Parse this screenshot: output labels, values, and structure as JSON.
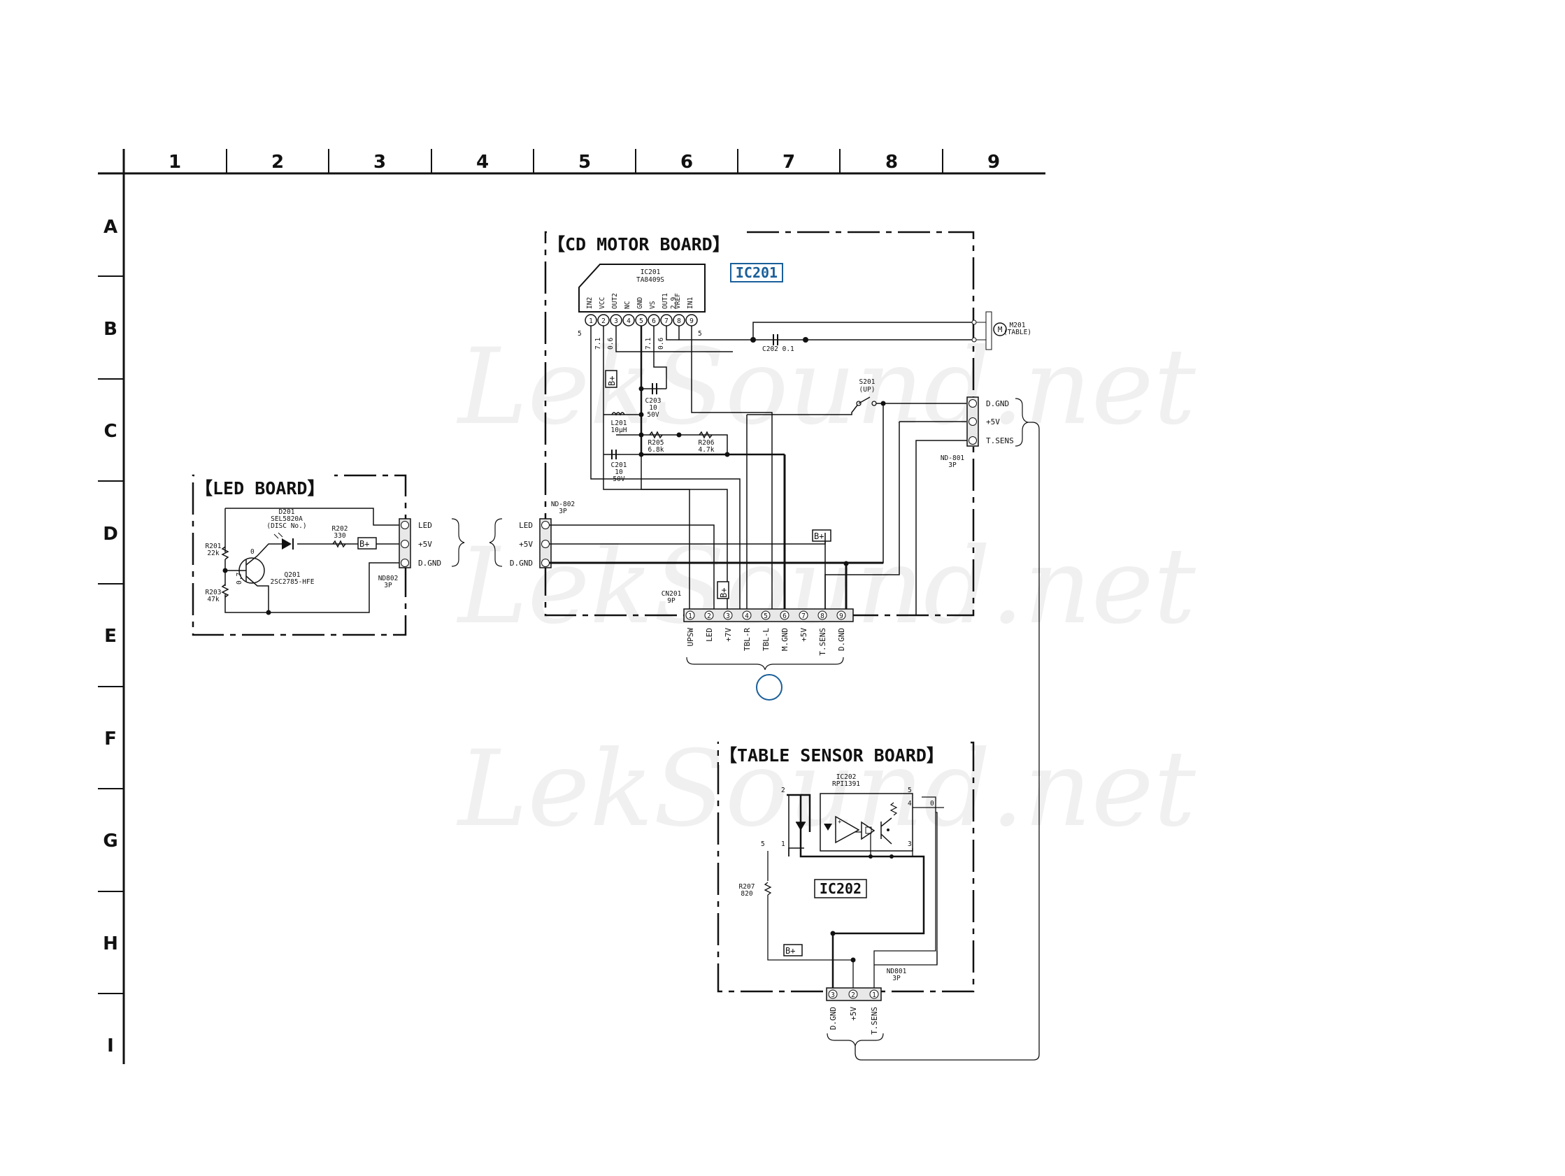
{
  "watermark": "LekSound.net",
  "grid": {
    "columns": [
      "1",
      "2",
      "3",
      "4",
      "5",
      "6",
      "7",
      "8",
      "9"
    ],
    "rows": [
      "A",
      "B",
      "C",
      "D",
      "E",
      "F",
      "G",
      "H",
      "I"
    ]
  },
  "boards": {
    "cd_motor": {
      "title": "【CD MOTOR BOARD】",
      "ic201_badge": "IC201",
      "ic201_ref": "IC201",
      "ic201_part": "TA8409S",
      "ic_pins": [
        "IN2",
        "VCC",
        "OUT2",
        "NC",
        "GND",
        "VS",
        "OUT1",
        "VREF",
        "IN1"
      ],
      "ic_pin_nums": [
        "1",
        "2",
        "3",
        "4",
        "5",
        "6",
        "7",
        "8",
        "9"
      ],
      "volt_left": "5",
      "volt_right": "5",
      "volt_p2": "7.1",
      "volt_p3": "0.6",
      "volt_p6": "7.1",
      "volt_p7": "0.6",
      "volt_p8": "2.9",
      "c202": "C202 0.1",
      "c203": [
        "C203",
        "10",
        "50V"
      ],
      "l201": [
        "L201",
        "10µH"
      ],
      "r205": [
        "R205",
        "6.8k"
      ],
      "r206": [
        "R206",
        "4.7k"
      ],
      "c201": [
        "C201",
        "10",
        "50V"
      ],
      "s201": [
        "S201",
        "(UP)"
      ],
      "m201": [
        "M201",
        "(TABLE)"
      ],
      "m_symbol": "M",
      "bplus": "B+",
      "nd801": [
        "ND-801",
        "3P"
      ],
      "nd801_pins": [
        "D.GND",
        "+5V",
        "T.SENS"
      ],
      "nd802": [
        "ND-802",
        "3P"
      ],
      "nd802_pins": [
        "LED",
        "+5V",
        "D.GND"
      ],
      "cn201": [
        "CN201",
        "9P"
      ],
      "cn201_pins": [
        "UPSW",
        "LED",
        "+7V",
        "TBL-R",
        "TBL-L",
        "M.GND",
        "+5V",
        "T.SENS",
        "D.GND"
      ],
      "cn201_nums": [
        "1",
        "2",
        "3",
        "4",
        "5",
        "6",
        "7",
        "8",
        "9"
      ]
    },
    "led": {
      "title": "【LED BOARD】",
      "d201": [
        "D201",
        "SEL5820A",
        "(DISC No.)"
      ],
      "r202": [
        "R202",
        "330"
      ],
      "r201": [
        "R201",
        "22k"
      ],
      "r203": [
        "R203",
        "47k"
      ],
      "q201": [
        "Q201",
        "2SC2785-HFE"
      ],
      "volt_base": "0.7",
      "volt_col": "0",
      "bplus": "B+",
      "nd802": [
        "ND802",
        "3P"
      ],
      "pins": [
        "LED",
        "+5V",
        "D.GND"
      ]
    },
    "table_sensor": {
      "title": "【TABLE SENSOR BOARD】",
      "ic202_ref": "IC202",
      "ic202_part": "RPI1391",
      "ic202_badge": "IC202",
      "r207": [
        "R207",
        "820"
      ],
      "pin_labels": [
        "2",
        "1",
        "5",
        "5",
        "4",
        "0",
        "3"
      ],
      "bplus": "B+",
      "nd801": [
        "ND801",
        "3P"
      ],
      "pins": [
        "D.GND",
        "+5V",
        "T.SENS"
      ],
      "pin_nums": [
        "3",
        "2",
        "1"
      ]
    }
  }
}
